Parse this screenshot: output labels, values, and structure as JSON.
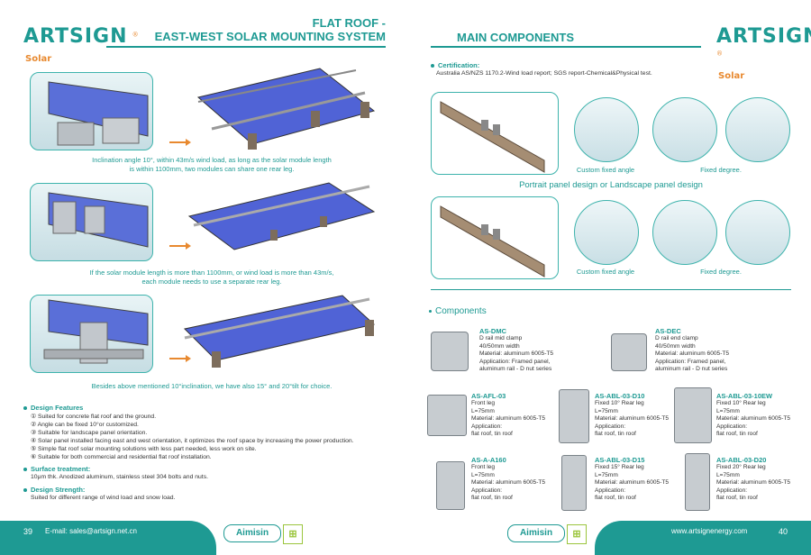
{
  "brand": {
    "name": "ARTSIGN",
    "sub": "Solar",
    "reg": "®"
  },
  "left": {
    "title_line1": "FLAT ROOF -",
    "title_line2": "EAST-WEST SOLAR MOUNTING SYSTEM",
    "captions": [
      [
        "Inclination angle 10°, within 43m/s wind load, as long as the solar module length",
        "is within 1100mm, two modules can share one rear leg."
      ],
      [
        "If the solar module length is more than 1100mm, or wind load is more than 43m/s,",
        "each module needs to use a separate rear leg."
      ],
      [
        "Besides above mentioned 10°inclination, we have also  15° and 20°tilt for choice."
      ]
    ],
    "design_features": {
      "heading": "Design Features",
      "items": [
        "① Suited for concrete flat roof and the ground.",
        "② Angle can be fixed 10°or customized.",
        "③ Suitable for landscape panel orientation.",
        "④ Solar panel installed facing east and west orientation, it optimizes the roof space by increasing the power production.",
        "⑤ Simple flat roof solar mounting solutions with less part needed, less work on site.",
        "⑥ Suitable for both commercial and residential flat roof installation."
      ]
    },
    "surface": {
      "heading": "Surface treatment:",
      "text": "10μm thk. Anodized aluminum, stainless steel 304 bolts and nuts."
    },
    "strength": {
      "heading": "Design Strength:",
      "text": "Suited for different range of wind load and snow load."
    }
  },
  "right": {
    "title": "MAIN COMPONENTS",
    "certification": {
      "heading": "Certification:",
      "text": "Australia AS/NZS 1170.2-Wind load report; SGS report-Chemical&Physical test."
    },
    "row1_labels": [
      "Custom fixed angle",
      "Fixed degree."
    ],
    "middle_title": "Portrait panel design or Landscape panel design",
    "row2_labels": [
      "Custom fixed angle",
      "Fixed degree."
    ],
    "components_heading": "Components",
    "components": [
      {
        "code": "AS-DMC",
        "lines": [
          "D rail mid clamp",
          "40/50mm width",
          "Material: aluminum 6005-T5",
          "Application: Framed panel,",
          "aluminum rail - D nut series"
        ]
      },
      {
        "code": "AS-DEC",
        "lines": [
          "D rail end clamp",
          "40/50mm width",
          "Material: aluminum 6005-T5",
          "Application: Framed panel,",
          "aluminum rail - D nut series"
        ]
      },
      {
        "code": "AS-AFL-03",
        "lines": [
          "Front leg",
          "L=75mm",
          "Material: aluminum 6005-T5",
          "Application:",
          "flat roof, tin roof"
        ]
      },
      {
        "code": "AS-ABL-03-D10",
        "lines": [
          "Fixed 10° Rear leg",
          "L=75mm",
          "Material: aluminum 6005-T5",
          "Application:",
          "flat roof, tin roof"
        ]
      },
      {
        "code": "AS-ABL-03-10EW",
        "lines": [
          "Fixed 10° Rear leg",
          "L=75mm",
          "Material: aluminum 6005-T5",
          "Application:",
          "flat roof, tin roof"
        ]
      },
      {
        "code": "AS-A-A160",
        "lines": [
          "Front leg",
          "L=75mm",
          "Material: aluminum 6005-T5",
          "Application:",
          "flat roof, tin roof"
        ]
      },
      {
        "code": "AS-ABL-03-D15",
        "lines": [
          "Fixed 15° Rear leg",
          "L=75mm",
          "Material: aluminum 6005-T5",
          "Application:",
          "flat roof, tin roof"
        ]
      },
      {
        "code": "AS-ABL-03-D20",
        "lines": [
          "Fixed 20° Rear leg",
          "L=75mm",
          "Material: aluminum 6005-T5",
          "Application:",
          "flat roof, tin roof"
        ]
      }
    ]
  },
  "footer": {
    "page_left": "39",
    "email": "E-mail: sales@artsign.net.cn",
    "aimisin": "Aimisin",
    "website": "www.artsignenergy.com",
    "page_right": "40"
  },
  "colors": {
    "accent": "#1e9a93",
    "orange": "#e8892f",
    "panel": "#4a5fd0"
  }
}
